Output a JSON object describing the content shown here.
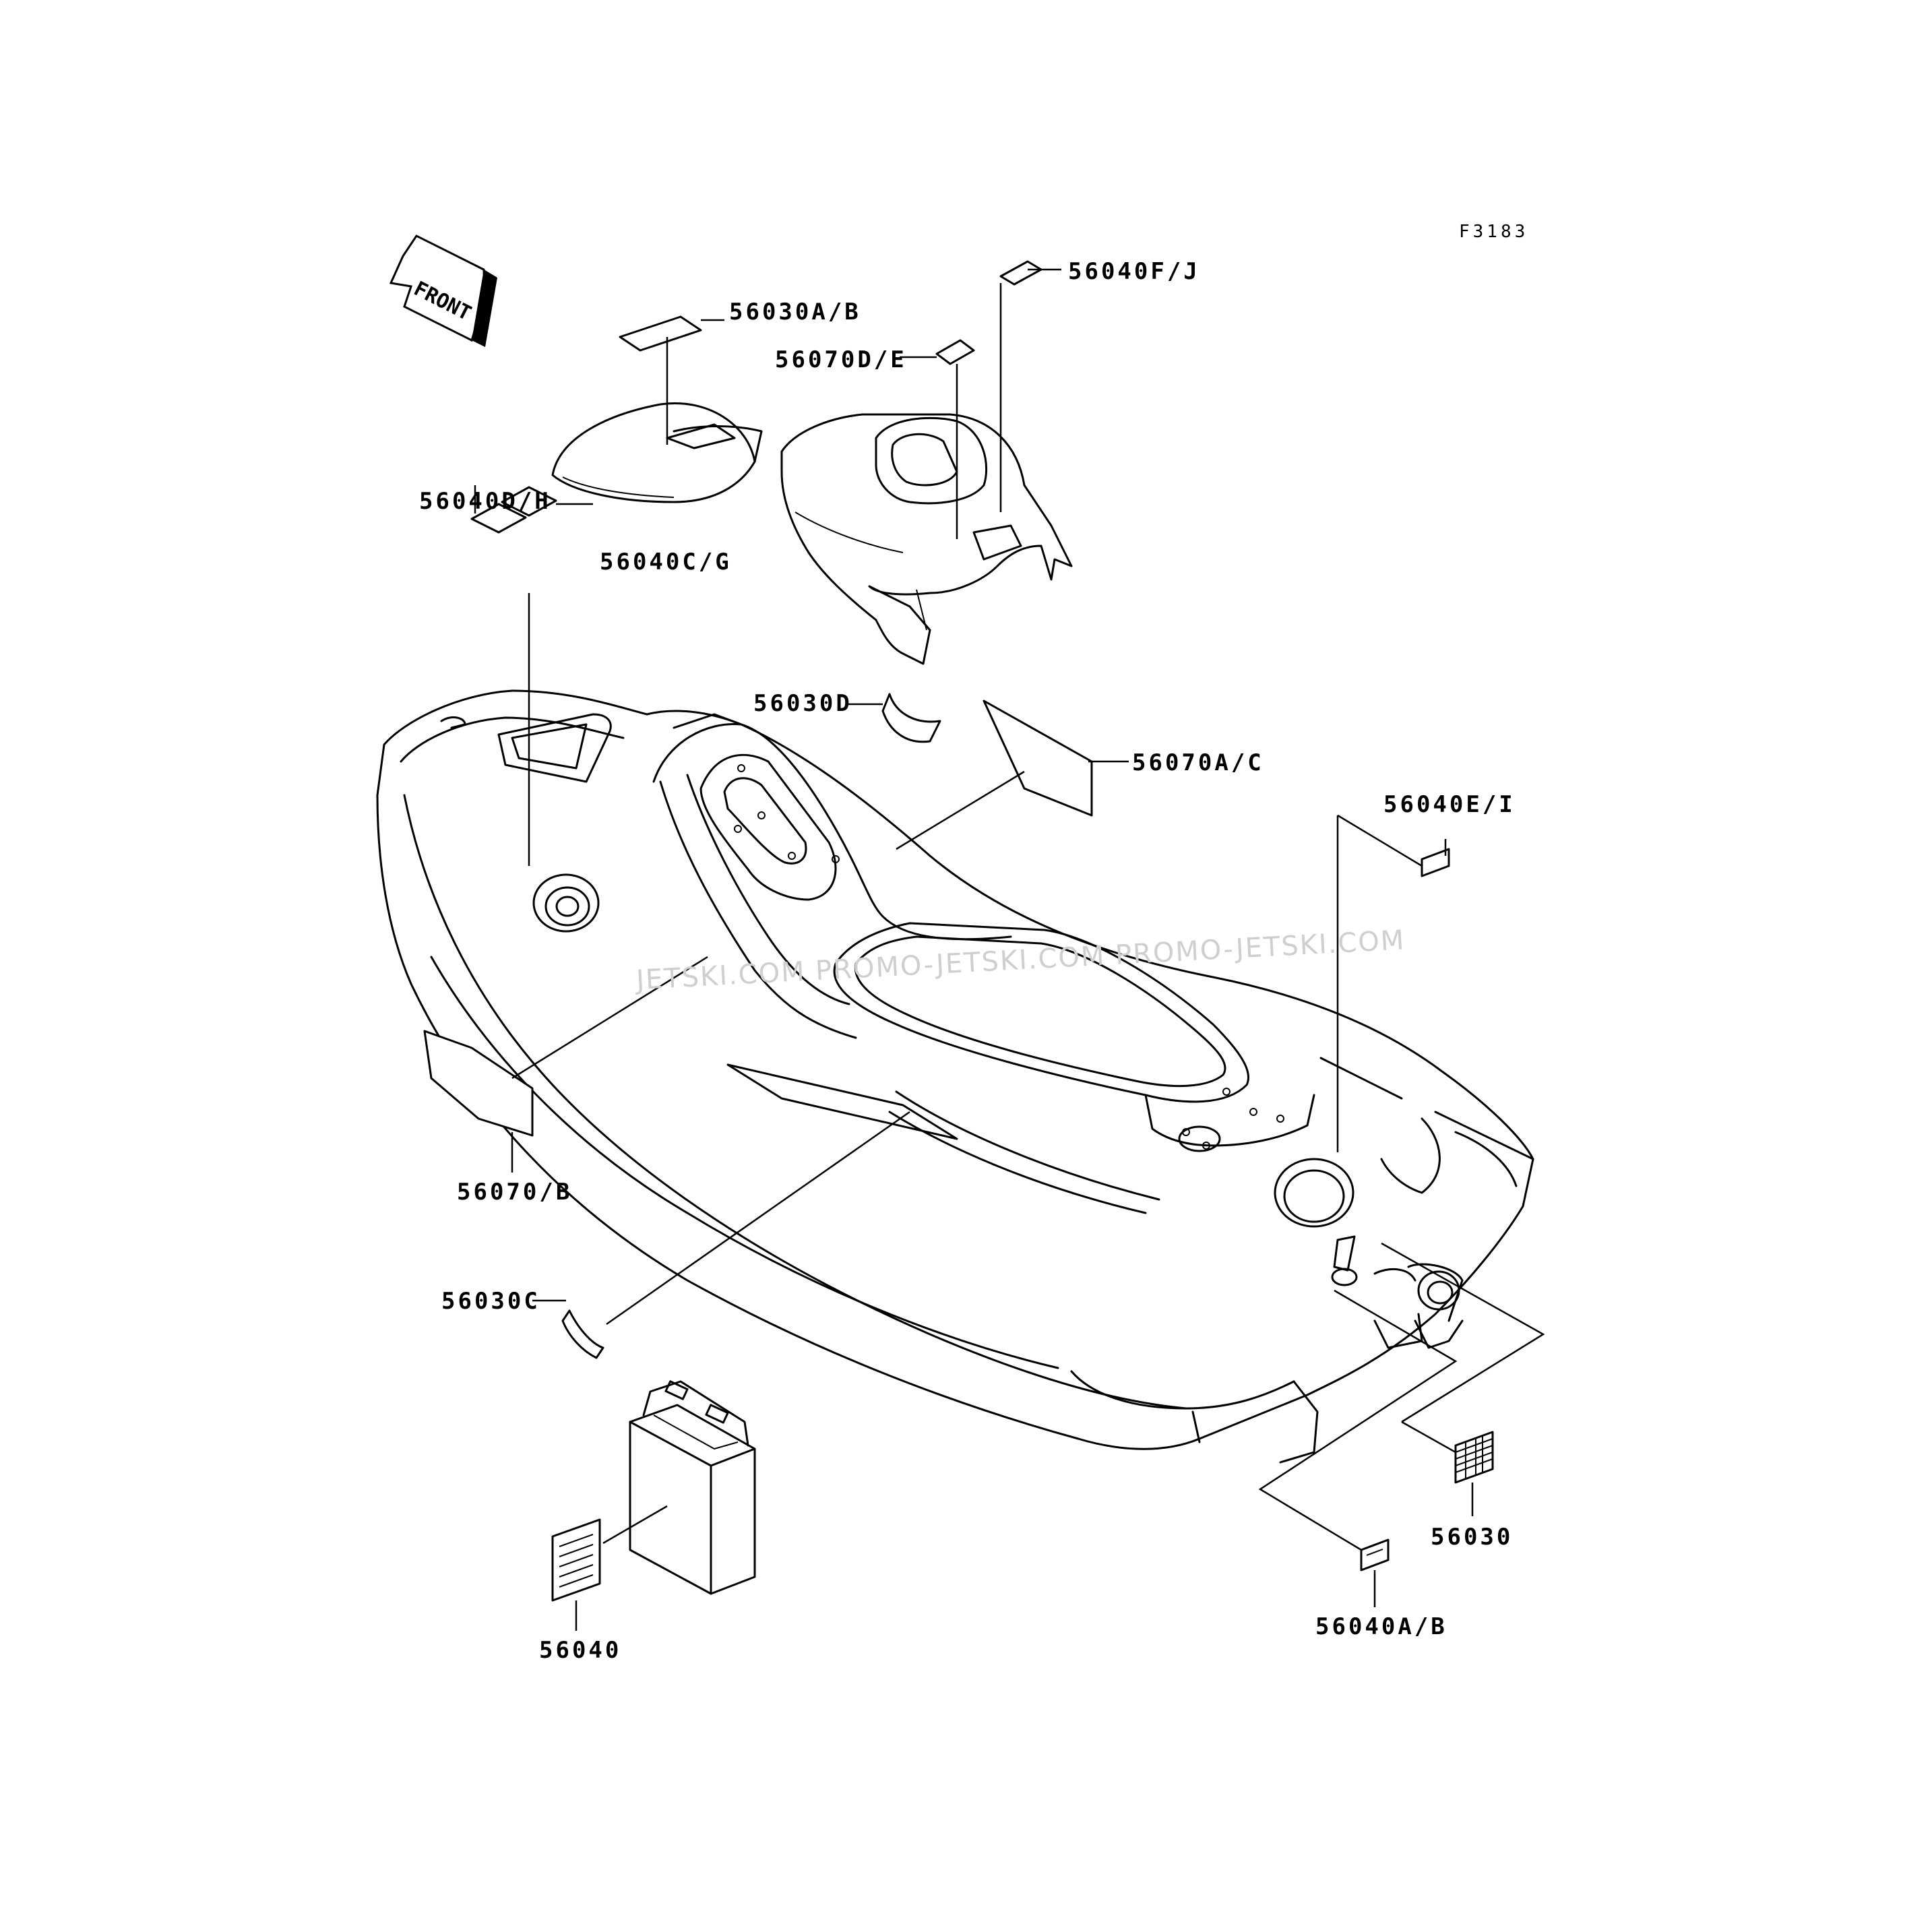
{
  "figure_code": "F3183",
  "front_arrow_text": "FRONT",
  "watermark": "JETSKI.COM  PROMO-JETSKI.COM  PROMO-JETSKI.COM",
  "parts": {
    "p56040FJ": "56040F/J",
    "p56030AB": "56030A/B",
    "p56070DE": "56070D/E",
    "p56040DH": "56040D/H",
    "p56040CG": "56040C/G",
    "p56030D": "56030D",
    "p56070AC": "56070A/C",
    "p56040EI": "56040E/I",
    "p56070B": "56070/B",
    "p56030C": "56030C",
    "p56030": "56030",
    "p56040AB": "56040A/B",
    "p56040": "56040"
  }
}
